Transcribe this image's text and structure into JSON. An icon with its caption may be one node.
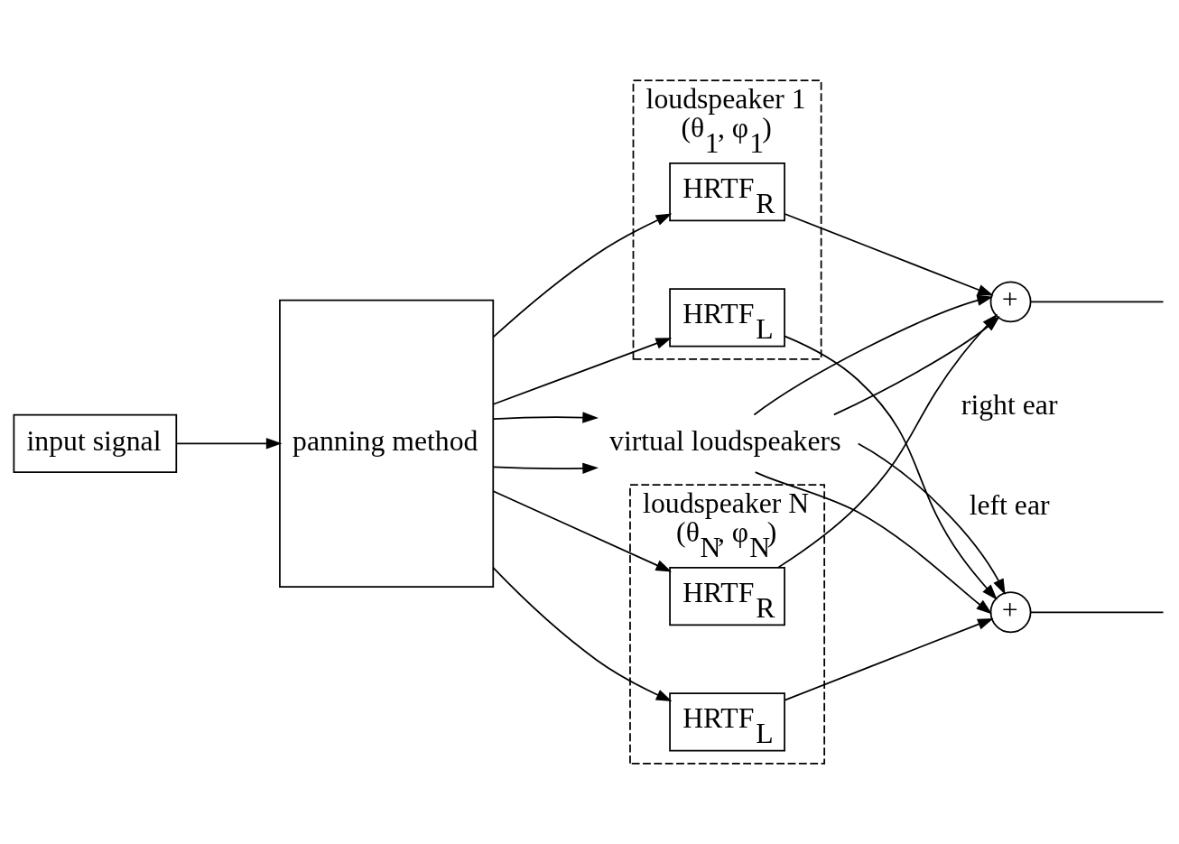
{
  "diagram": {
    "nodes": [
      {
        "text": [
          "input signal"
        ]
      },
      {
        "text": [
          "panning method"
        ]
      },
      {
        "text": [
          "loudspeaker 1",
          "(θ$_{1}$, φ$_{1}$)"
        ]
      },
      {
        "text": [
          "HRTF$_{L}$"
        ],
        "in": 2
      },
      {
        "text": [
          "HRTF$_{R}$"
        ],
        "in": 2
      },
      {
        "text": [
          "virtual loudspeakers"
        ]
      },
      {
        "text": [
          "loudspeaker N",
          "(θ$_{N}$, φ$_{N}$)"
        ]
      },
      {
        "text": [
          "HRTF$_{L}$"
        ],
        "in": 6
      },
      {
        "text": [
          "HRTF$_{R}$"
        ],
        "in": 6
      },
      {
        "text": [
          "+"
        ],
        "beside": [
          "left ear"
        ]
      },
      {
        "text": [
          "+"
        ],
        "beside": [
          "right ear"
        ]
      }
    ],
    "edges": [
      {
        "from": 0,
        "to": 1,
        "arrow": "to"
      },
      {
        "from": 1,
        "to": 3,
        "arrow": "to"
      },
      {
        "from": 1,
        "to": 4,
        "arrow": "to"
      },
      {
        "from": 1,
        "to": 5,
        "arrow": "to"
      },
      {
        "from": 1,
        "to": 5,
        "arrow": "to"
      },
      {
        "from": 1,
        "to": 7,
        "arrow": "to"
      },
      {
        "from": 1,
        "to": 8,
        "arrow": "to"
      },
      {
        "from": 3,
        "to": 9,
        "arrow": "to"
      },
      {
        "from": 4,
        "to": 10,
        "arrow": "to"
      },
      {
        "from": 5,
        "to": 9,
        "arrow": "to"
      },
      {
        "from": 5,
        "to": 10,
        "arrow": "to"
      },
      {
        "from": 5,
        "to": 9,
        "arrow": "to"
      },
      {
        "from": 5,
        "to": 10,
        "arrow": "to"
      },
      {
        "from": 7,
        "to": 9,
        "arrow": "to"
      },
      {
        "from": 8,
        "to": 10,
        "arrow": "to"
      },
      {
        "from": 9,
        "to": null,
        "arrow": "none"
      },
      {
        "from": 10,
        "to": null,
        "arrow": "none"
      }
    ]
  }
}
